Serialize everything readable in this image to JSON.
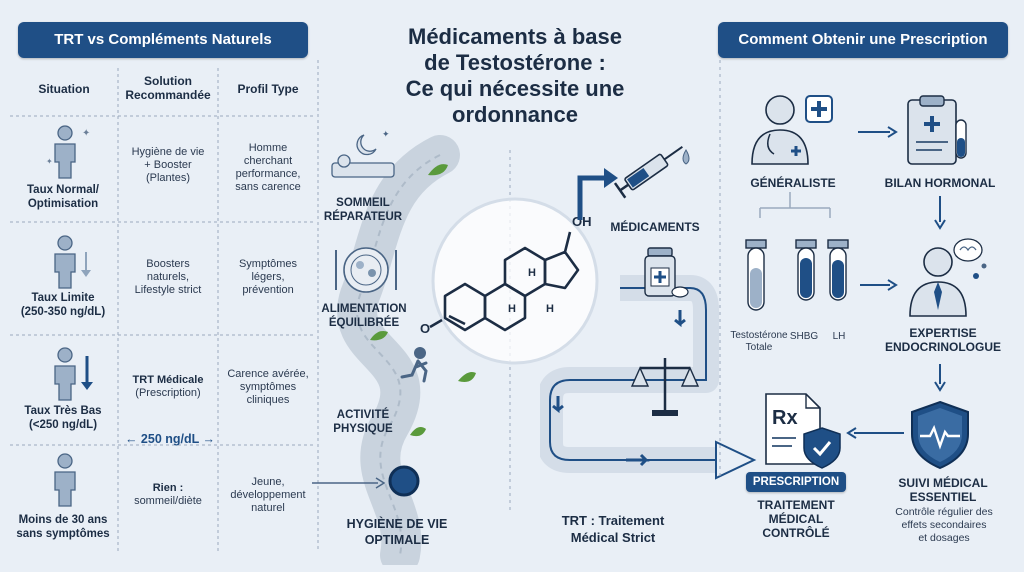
{
  "title": {
    "line1": "Médicaments à base",
    "line2": "de Testostérone :",
    "line3": "Ce qui nécessite une",
    "line4": "ordonnance"
  },
  "left_panel": {
    "banner": "TRT vs Compléments Naturels",
    "headers": [
      "Situation",
      "Solution Recommandée",
      "Profil Type"
    ],
    "rows": [
      {
        "situation": [
          "Taux Normal/",
          "Optimisation"
        ],
        "solution": [
          "Hygiène de vie",
          "+ Booster",
          "(Plantes)"
        ],
        "profile": [
          "Homme",
          "cherchant",
          "performance,",
          "sans carence"
        ],
        "icon": "person-neutral-icon"
      },
      {
        "situation": [
          "Taux Limite",
          "(250-350 ng/dL)"
        ],
        "solution": [
          "Boosters",
          "naturels,",
          "Lifestyle strict"
        ],
        "profile": [
          "Symptômes",
          "légers,",
          "prévention"
        ],
        "icon": "person-arrow-down-icon"
      },
      {
        "situation": [
          "Taux Très Bas",
          "(<250 ng/dL)"
        ],
        "solution": [
          "TRT Médicale",
          "(Prescription)"
        ],
        "profile": [
          "Carence avérée,",
          "symptômes",
          "cliniques"
        ],
        "icon": "person-arrow-down-strong-icon"
      },
      {
        "situation": [
          "Moins de 30 ans",
          "sans symptômes"
        ],
        "solution": [
          "Rien :",
          "sommeil/diète"
        ],
        "profile": [
          "Jeune,",
          "développement",
          "naturel"
        ],
        "icon": "young-person-icon"
      }
    ],
    "threshold": "← 250 ng/dL →"
  },
  "middle": {
    "path_labels": {
      "sleep": [
        "SOMMEIL",
        "RÉPARATEUR"
      ],
      "food": [
        "ALIMENTATION",
        "ÉQUILIBRÉE"
      ],
      "activity": [
        "ACTIVITÉ",
        "PHYSIQUE"
      ],
      "hygiene": [
        "HYGIÈNE DE VIE",
        "OPTIMALE"
      ]
    },
    "molecule_label": "OH",
    "hydrogen": "H",
    "ketone": "O",
    "meds_label": "MÉDICAMENTS",
    "trt_label": [
      "TRT : Traitement",
      "Médical Strict"
    ]
  },
  "right_panel": {
    "banner": "Comment Obtenir une Prescription",
    "generaliste": "GÉNÉRALISTE",
    "bilan": "BILAN HORMONAL",
    "tubes": [
      "Testostérone Totale",
      "SHBG",
      "LH"
    ],
    "expertise": [
      "EXPERTISE",
      "ENDOCRINOLOGUE"
    ],
    "prescription_badge": "PRESCRIPTION",
    "rx": "Rx",
    "traitement": [
      "TRAITEMENT",
      "MÉDICAL",
      "CONTRÔLÉ"
    ],
    "suivi": [
      "SUIVI MÉDICAL",
      "ESSENTIEL"
    ],
    "suivi_desc": [
      "Contrôle régulier des",
      "effets secondaires",
      "et dosages"
    ]
  },
  "colors": {
    "primary": "#1f4f86",
    "dark_text": "#1c2d44",
    "background": "#e9eff6",
    "accent_green": "#5a9a3c"
  }
}
